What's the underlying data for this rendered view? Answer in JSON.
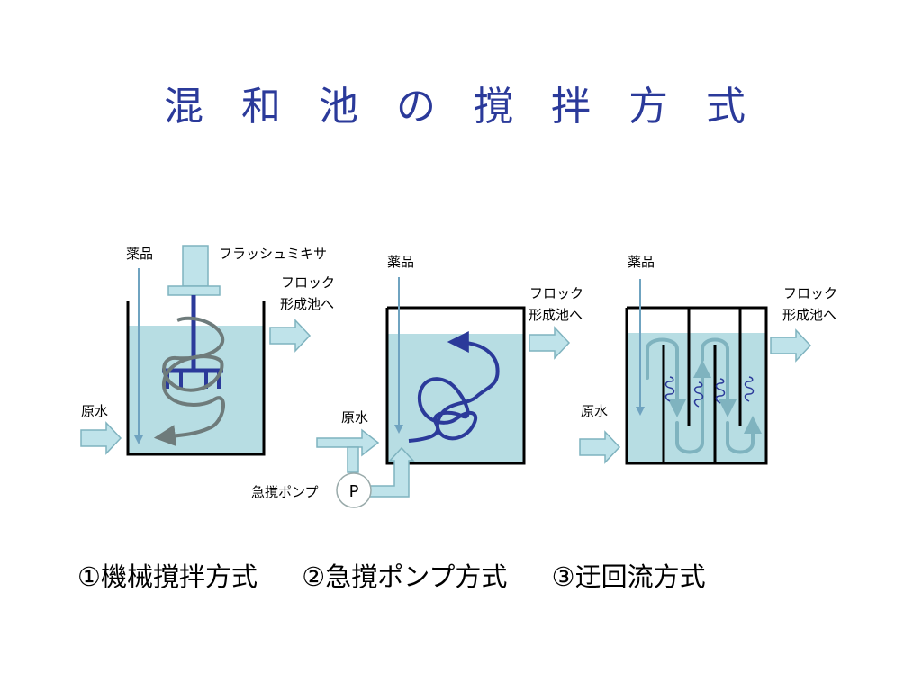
{
  "title": "混 和 池 の 撹 拌 方 式",
  "labels": {
    "chemical": "薬品",
    "flash_mixer": "フラッシュミキサ",
    "to_floc_line1": "フロック",
    "to_floc_line2": "形成池へ",
    "raw_water": "原水",
    "pump_name": "急撹ポンプ",
    "pump_symbol": "P"
  },
  "captions": [
    "①機械撹拌方式",
    "②急撹ポンプ方式",
    "③迂回流方式"
  ],
  "colors": {
    "title": "#2b3a9a",
    "water": "#b7dde3",
    "arrow_fill": "#bfe3ea",
    "arrow_stroke": "#7fb3bf",
    "flow_line": "#2b3a9a",
    "mixer_flow": "#6e7b7b",
    "tank_wall": "#000000"
  }
}
